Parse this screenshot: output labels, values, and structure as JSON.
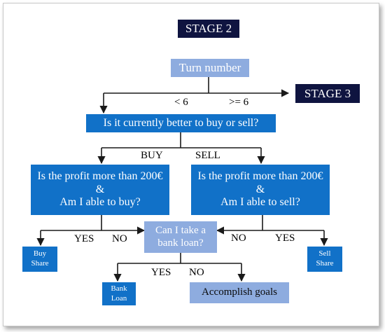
{
  "stage_top": "STAGE 2",
  "stage_next": "STAGE 3",
  "turn_number": "Turn number",
  "labels": {
    "lt6": "< 6",
    "ge6": ">= 6",
    "buy": "BUY",
    "sell": "SELL",
    "yes_left": "YES",
    "no_left": "NO",
    "no_right": "NO",
    "yes_right": "YES",
    "yes_loan": "YES",
    "no_loan": "NO"
  },
  "decision": "Is it currently better to buy or sell?",
  "buy_check": {
    "line1": "Is the profit more than 200€",
    "line2": "&",
    "line3": "Am I able to buy?"
  },
  "sell_check": {
    "line1": "Is the profit more than 200€",
    "line2": "&",
    "line3": "Am I able to sell?"
  },
  "loan_question": {
    "line1": "Can I take a",
    "line2": "bank loan?"
  },
  "buy_share": {
    "line1": "Buy",
    "line2": "Share"
  },
  "sell_share": {
    "line1": "Sell",
    "line2": "Share"
  },
  "bank_loan": {
    "line1": "Bank",
    "line2": "Loan"
  },
  "accomplish_goals": "Accomplish goals",
  "colors": {
    "stage": "#0f1440",
    "primary_box": "#1171c8",
    "secondary_box": "#8eacdf",
    "connector": "#1a1a1a"
  }
}
